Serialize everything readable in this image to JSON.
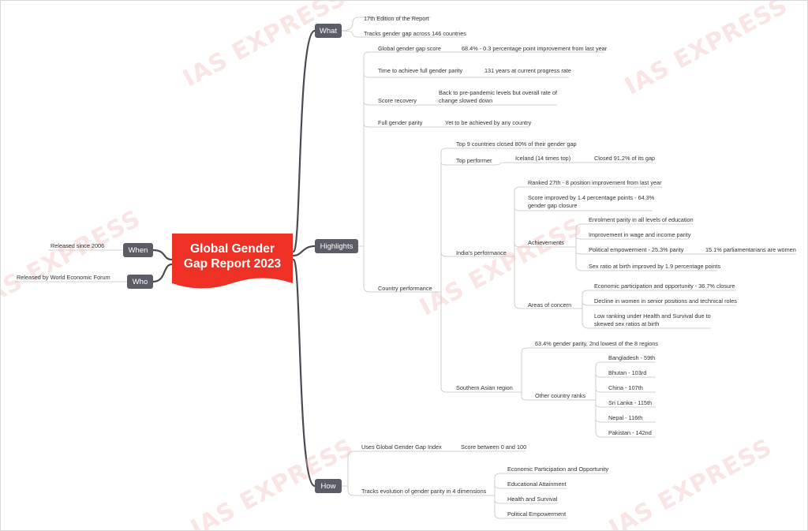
{
  "root": {
    "line1": "Global Gender",
    "line2": "Gap Report 2023",
    "color": "#ee3124"
  },
  "watermark": "IAS EXPRESS",
  "when": {
    "label": "When",
    "detail": "Released since 2006"
  },
  "who": {
    "label": "Who",
    "detail": "Released by World Economic Forum"
  },
  "what": {
    "label": "What",
    "items": [
      "17th Edition of the Report",
      "Tracks gender gap across 146 countries"
    ]
  },
  "highlights": {
    "label": "Highlights",
    "score": {
      "label": "Global gender gap score",
      "value": "68.4% - 0.3 percentage point improvement from last year"
    },
    "time": {
      "label": "Time to achieve full gender parity",
      "value": "131 years at current progress rate"
    },
    "recovery": {
      "label": "Score recovery",
      "value": "Back to pre-pandemic levels but overall rate of change slowed down"
    },
    "parity": {
      "label": "Full gender parity",
      "value": "Yet to be achieved by any country"
    },
    "country": {
      "label": "Country performance",
      "top9": "Top 9 countries closed 80% of their gender gap",
      "top_performer": {
        "label": "Top performer",
        "country": "Iceland (14 times top)",
        "detail": "Closed 91.2% of its gap"
      },
      "india": {
        "label": "India's performance",
        "rank": "Ranked 27th - 8 position improvement from last year",
        "score": "Score improved by 1.4 percentage points - 64.3% gender gap closure",
        "achievements": {
          "label": "Achievements",
          "enrol": "Enrolment parity in all levels of education",
          "wage": "Improvement in wage and income parity",
          "political": "Political empowerment - 25.3% parity",
          "political_detail": "15.1% parliamentarians are women",
          "sex_ratio": "Sex ratio at birth improved by 1.9 percentage points"
        },
        "concerns": {
          "label": "Areas of concern",
          "econ": "Economic participation and opportunity - 36.7% closure",
          "decline": "Decline in women in senior positions and technical roles",
          "low": "Low ranking under Health and Survival due to skewed sex ratios at birth"
        }
      },
      "south_asia": {
        "label": "Southern Asian region",
        "parity": "63.4% gender parity, 2nd lowest of the 8 regions",
        "ranks_label": "Other country ranks",
        "ranks": [
          "Bangladesh - 59th",
          "Bhutan - 103rd",
          "China - 107th",
          "Sri Lanka - 115th",
          "Nepal - 116th",
          "Pakistan - 142nd"
        ]
      }
    }
  },
  "how": {
    "label": "How",
    "index": {
      "label": "Uses Global Gender Gap Index",
      "detail": "Score between 0 and 100"
    },
    "dims": {
      "label": "Tracks evolution of gender parity in 4 dimensions",
      "items": [
        "Economic Participation and Opportunity",
        "Educational Attainment",
        "Health and Survival",
        "Political Empowerment"
      ]
    }
  },
  "colors": {
    "line": "#4a4a55",
    "thin_line": "#c4c4c4",
    "pill": "#5c5c66"
  }
}
